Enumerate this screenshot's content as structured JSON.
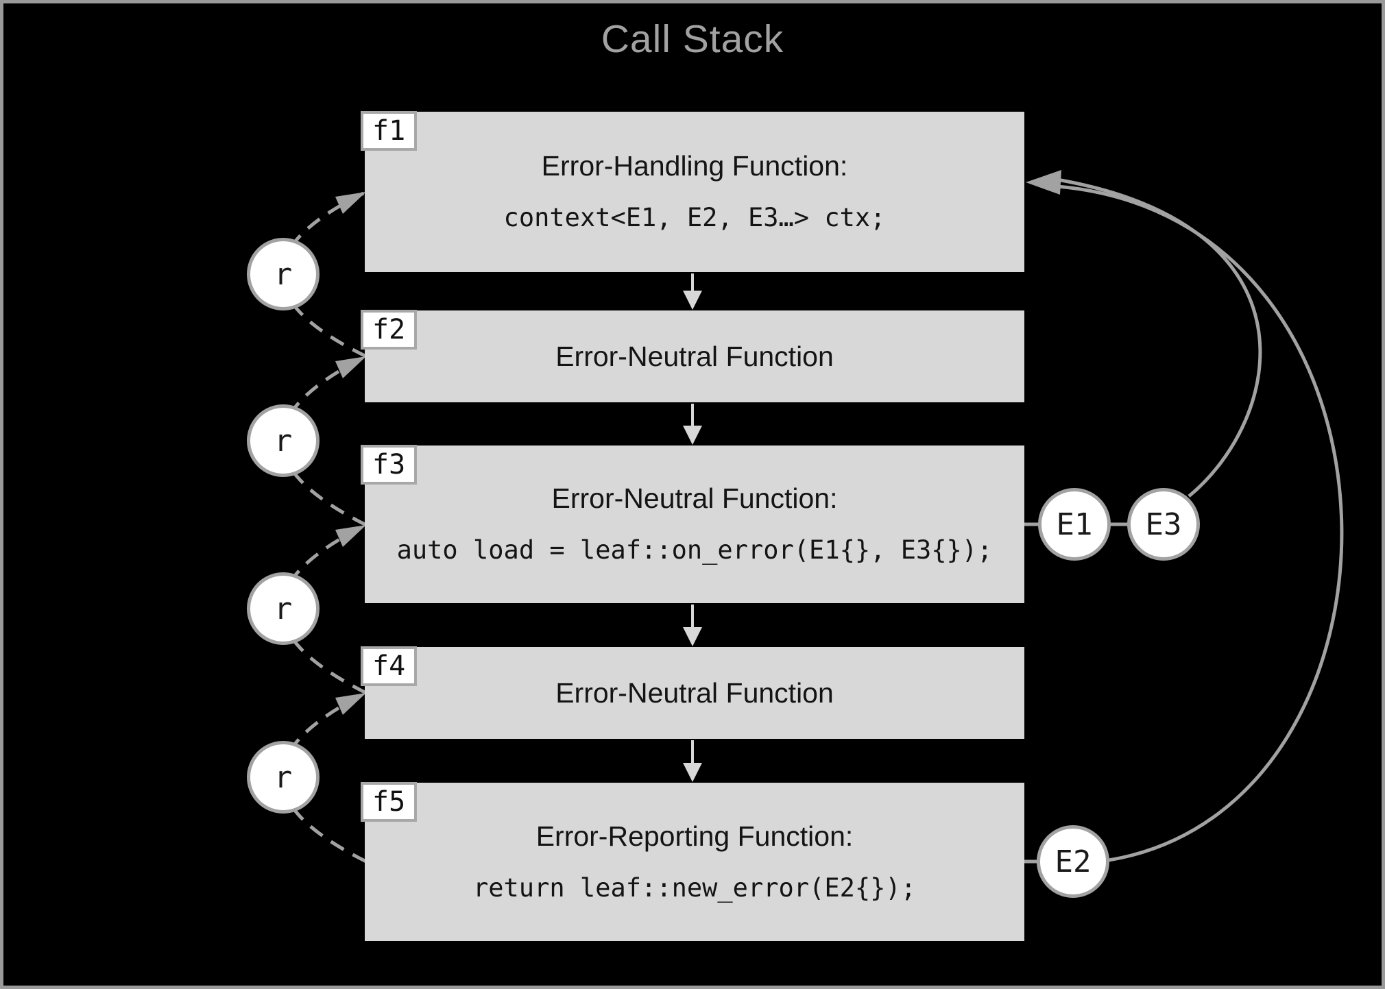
{
  "title": "Call Stack",
  "frames": [
    {
      "tag": "f1",
      "heading": "Error-Handling Function:",
      "code": "context<E1, E2, E3…> ctx;"
    },
    {
      "tag": "f2",
      "heading": "Error-Neutral Function"
    },
    {
      "tag": "f3",
      "heading": "Error-Neutral Function:",
      "code": "auto load = leaf::on_error(E1{}, E3{});"
    },
    {
      "tag": "f4",
      "heading": "Error-Neutral Function"
    },
    {
      "tag": "f5",
      "heading": "Error-Reporting Function:",
      "code": "return leaf::new_error(E2{});"
    }
  ],
  "return_arcs": [
    {
      "label": "r"
    },
    {
      "label": "r"
    },
    {
      "label": "r"
    },
    {
      "label": "r"
    }
  ],
  "errors": [
    {
      "label": "E1"
    },
    {
      "label": "E3"
    },
    {
      "label": "E2"
    }
  ],
  "colors": {
    "background": "#000000",
    "frame_border": "#9a9a9a",
    "box_fill": "#d8d8d8",
    "box_text": "#141414",
    "wire_gray": "#a2a2a2",
    "call_arrow_gray": "#d8d8d8",
    "node_fill": "#ffffff",
    "title_text": "#a2a2a2"
  }
}
